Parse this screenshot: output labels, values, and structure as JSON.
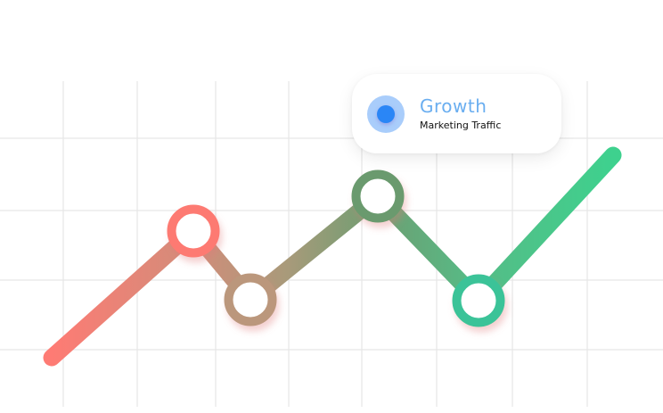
{
  "chart_data": {
    "type": "line",
    "title": "",
    "xlabel": "",
    "ylabel": "",
    "grid": true,
    "legend_position": "top-right",
    "series": [
      {
        "name": "Growth",
        "subtitle": "Marketing Traffic",
        "points": [
          {
            "x": 58,
            "y": 401,
            "marker": false,
            "color": "#fd7f75"
          },
          {
            "x": 217,
            "y": 259,
            "marker": true,
            "color": "#fd7a72"
          },
          {
            "x": 281,
            "y": 336,
            "marker": true,
            "color": "#bb977c"
          },
          {
            "x": 424,
            "y": 220,
            "marker": true,
            "color": "#6b9a6e"
          },
          {
            "x": 537,
            "y": 337,
            "marker": true,
            "color": "#3ac398"
          },
          {
            "x": 688,
            "y": 174,
            "marker": false,
            "color": "#3ed18e"
          }
        ]
      }
    ],
    "grid_lines": {
      "vertical_x": [
        71,
        154,
        242,
        324,
        406,
        490,
        575,
        659
      ],
      "horizontal_y": [
        155,
        236,
        314,
        392
      ]
    }
  },
  "legend": {
    "title": "Growth",
    "subtitle": "Marketing Traffic",
    "accent_color": "#2a86f6",
    "accent_light": "#a9cdfb",
    "title_color": "#6aaef0"
  },
  "colors": {
    "gradient_start": "#fe7b74",
    "gradient_mid": "#a3987a",
    "gradient_end": "#3ed18e",
    "grid": "#e6e6e6"
  }
}
